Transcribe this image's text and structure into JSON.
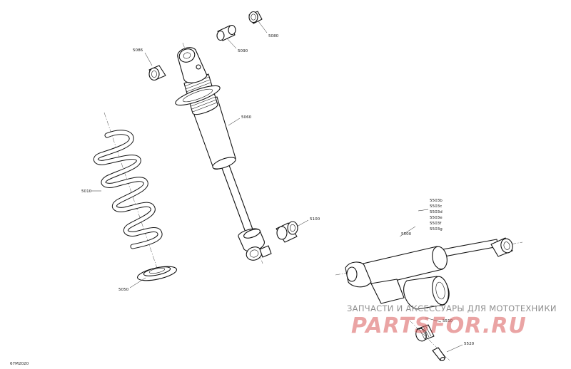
{
  "callouts": {
    "c5080": "5080",
    "c5090": "5090",
    "c5086": "5086",
    "c5060": "5060",
    "c5010": "5010",
    "c5100": "5100",
    "c5050": "5050",
    "c5503b": "5503b",
    "c5503c": "5503c",
    "c5503d": "5503d",
    "c5503e": "5503e",
    "c5503f": "5503f",
    "c5503g": "5503g",
    "c5500": "5500",
    "c5510": "5510",
    "c5520": "5520"
  },
  "drawing_id": "67M2020",
  "watermark": {
    "line": "ЗАПЧАСТИ И АКСЕССУАРЫ ДЛЯ МОТОТЕХНИКИ",
    "logo": "PARTSFOR.RU",
    "logo_color": "#d95a5a"
  }
}
